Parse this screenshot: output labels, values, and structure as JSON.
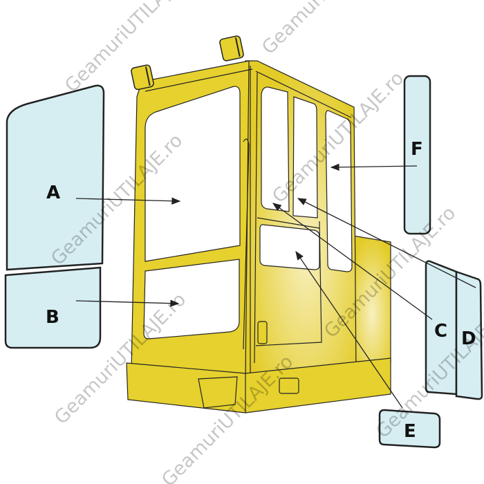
{
  "watermark": "GeamuriUTILAJE.ro",
  "labels": {
    "a": "A",
    "b": "B",
    "c": "C",
    "d": "D",
    "e": "E",
    "f": "F"
  },
  "colors": {
    "cab": "#e6d12e",
    "cab_light": "#f6eeb0",
    "glass": "#d6eef2",
    "outline": "#222222"
  }
}
